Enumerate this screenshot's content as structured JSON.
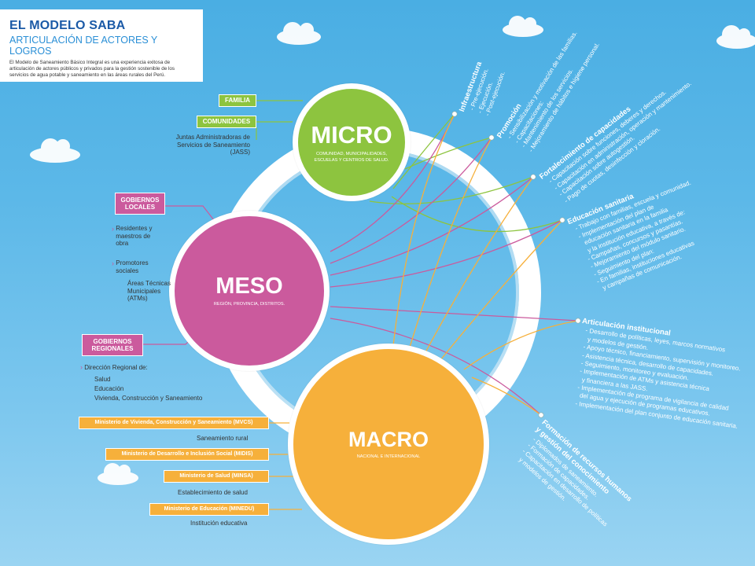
{
  "header": {
    "title": "EL MODELO SABA",
    "subtitle": "ARTICULACIÓN DE ACTORES Y LOGROS",
    "description": "El Modelo de Saneamiento Básico Integral es una experiencia exitosa de articulación de actores públicos y privados para la gestión sostenible de los servicios de agua potable y saneamiento en las áreas rurales del Perú."
  },
  "circles": {
    "micro": {
      "title": "MICRO",
      "subtitle": "COMUNIDAD, MUNICIPALIDADES, ESCUELAS Y CENTROS DE SALUD."
    },
    "meso": {
      "title": "MESO",
      "subtitle": "REGIÓN, PROVINCIA, DISTRITOS."
    },
    "macro": {
      "title": "MACRO",
      "subtitle": "NACIONAL E INTERNACIONAL"
    }
  },
  "left": {
    "familia": "FAMILIA",
    "comunidades": "COMUNIDADES",
    "jass": "Juntas Administradoras de Servicios de Saneamiento (JASS)",
    "gob_locales": "GOBIERNOS LOCALES",
    "residentes": "Residentes y maestros de obra",
    "promotores": "Promotores sociales",
    "atm": "Áreas Técnicas Municipales (ATMs)",
    "gob_regionales": "GOBIERNOS REGIONALES",
    "direccion": "Dirección Regional de:",
    "salud": "Salud",
    "educacion": "Educación",
    "vivienda": "Vivienda, Construcción y Saneamiento",
    "mvcs": "Ministerio de Vivienda, Construcción y Saneamiento (MVCS)",
    "saneamiento_rural": "Saneamiento rural",
    "midis": "Ministerio de Desarrollo e Inclusión Social (MIDIS)",
    "minsa": "Ministerio de Salud (MINSA)",
    "establecimiento": "Establecimiento de salud",
    "minedu": "Ministerio de Educación (MINEDU)",
    "institucion": "Institución educativa"
  },
  "right": {
    "infra": {
      "title": "Infraestructura",
      "items": [
        "- Pre-ejecución.",
        "- Ejecución.",
        "- Post-ejecución."
      ]
    },
    "promo": {
      "title": "Promoción",
      "items": [
        "- Sensibilización y motivación de las familias.",
        "- Capacitaciones:",
        "- Mantenimiento de los servicios.",
        "- Mejoramiento de hábitos e higiene personal."
      ]
    },
    "fort": {
      "title": "Fortalecimiento de capacidades",
      "items": [
        "- Capacitación sobre funciones, deberes y derechos.",
        "- Capacitación en administración, operación y mantenimiento.",
        "- Capacitación sobre autogestión.",
        "- Pago de cuotas, desinfección y cloración."
      ]
    },
    "edu": {
      "title": "Educación sanitaria",
      "items": [
        "- Trabajo con familias, escuela y comunidad.",
        "- Implementación del plan de",
        "  educación sanitaria en la familia",
        "  y la institución educativa, a través de:",
        "- Campañas, concursos y pasantías.",
        "- Mejoramiento del módulo sanitario.",
        "- Seguimiento del plan:",
        "- En familias, instituciones educativas",
        "  y campañas de comunicación."
      ]
    },
    "art": {
      "title": "Articulación institucional",
      "items": [
        "- Desarrollo de políticas, leyes, marcos normativos",
        "  y modelos de gestión.",
        "- Apoyo técnico, financiamiento, supervisión y monitoreo.",
        "- Asistencia técnica, desarrollo de capacidades.",
        "- Seguimiento, monitoreo y evaluación.",
        "- Implementación de ATMs y asistencia técnica",
        "  y financiera a las JASS.",
        "- Implementación de programa de vigilancia de calidad",
        "  del agua y ejecución de programas educativos.",
        "- Implementación del plan conjunto de educación sanitaria."
      ]
    },
    "form": {
      "title": "Formación de recursos humanos",
      "title2": "y gestión del conocimiento",
      "items": [
        "- Diplomados de saneamiento.",
        "- Formación de capacidades.",
        "- Capacitación en desarrollo de políticas",
        "  y modelos de gestión."
      ]
    }
  },
  "colors": {
    "micro": "#8dc43f",
    "meso": "#cb5a9d",
    "macro": "#f6b03b",
    "sky": "#5cb8e8",
    "header_blue": "#1b5aa7"
  }
}
